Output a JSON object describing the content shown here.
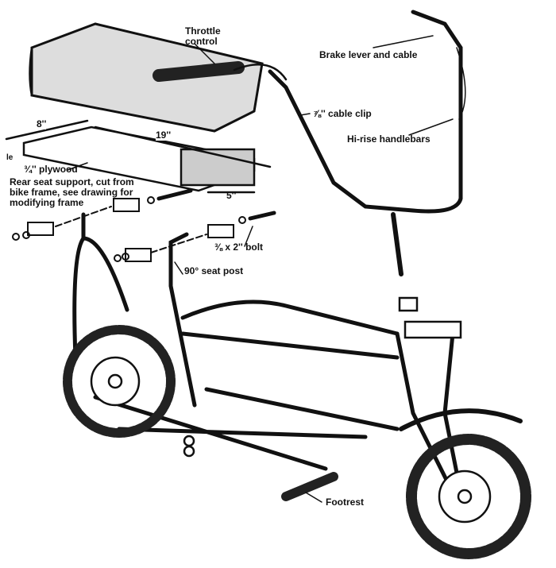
{
  "labels": {
    "throttle_control": "Throttle control",
    "brake_lever": "Brake lever and cable",
    "cable_clip": "⅞'' cable clip",
    "handlebars": "Hi-rise handlebars",
    "dim_8": "8''",
    "dim_19": "19''",
    "dim_5": "5''",
    "partial": "le",
    "plywood": "¾'' plywood",
    "rear_seat_support": "Rear seat support, cut from bike frame, see drawing for modifying frame",
    "bolt": "⅜ x 2'' bolt",
    "seat_post": "90° seat post",
    "footrest": "Footrest"
  }
}
